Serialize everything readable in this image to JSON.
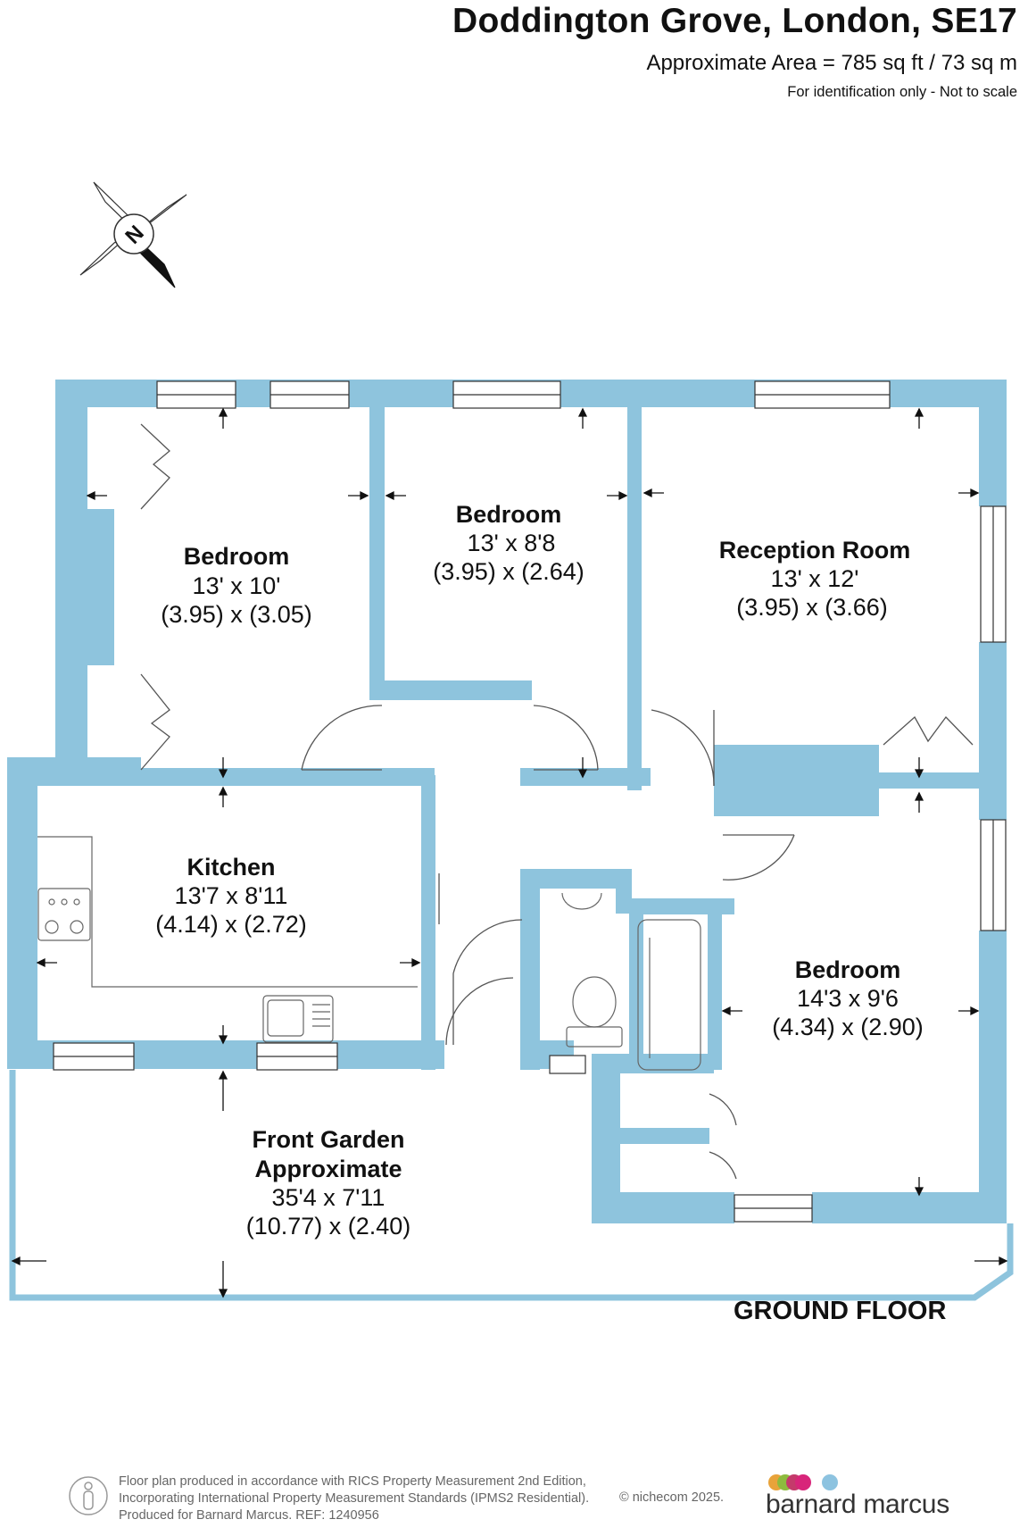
{
  "header": {
    "title": "Doddington Grove, London, SE17",
    "area": "Approximate Area = 785 sq ft / 73 sq m",
    "note": "For identification only - Not to scale"
  },
  "compass": {
    "letter": "N"
  },
  "rooms": [
    {
      "name": "Bedroom",
      "imperial": "13' x 10'",
      "metric": "(3.95) x (3.05)"
    },
    {
      "name": "Bedroom",
      "imperial": "13' x 8'8",
      "metric": "(3.95) x (2.64)"
    },
    {
      "name": "Reception Room",
      "imperial": "13' x 12'",
      "metric": "(3.95) x (3.66)"
    },
    {
      "name": "Kitchen",
      "imperial": "13'7 x 8'11",
      "metric": "(4.14) x (2.72)"
    },
    {
      "name": "Bedroom",
      "imperial": "14'3 x 9'6",
      "metric": "(4.34) x (2.90)"
    },
    {
      "name": "Front Garden",
      "name2": "Approximate",
      "imperial": "35'4 x 7'11",
      "metric": "(10.77) x (2.40)"
    }
  ],
  "floor_label": "GROUND FLOOR",
  "footer": {
    "line1": "Floor plan produced in accordance with RICS Property Measurement 2nd Edition,",
    "line2": "Incorporating International Property Measurement Standards (IPMS2 Residential).",
    "line3": "Produced for Barnard Marcus.   REF:  1240956",
    "copyright": "© nichecom 2025."
  },
  "brand": {
    "name": "barnard marcus",
    "dot_colors": [
      "#e8a33a",
      "#8dbb3e",
      "#c43a6b",
      "#d8257a",
      "#8dc3e0"
    ]
  },
  "colors": {
    "wall": "#8ec4dd",
    "text": "#111111"
  }
}
